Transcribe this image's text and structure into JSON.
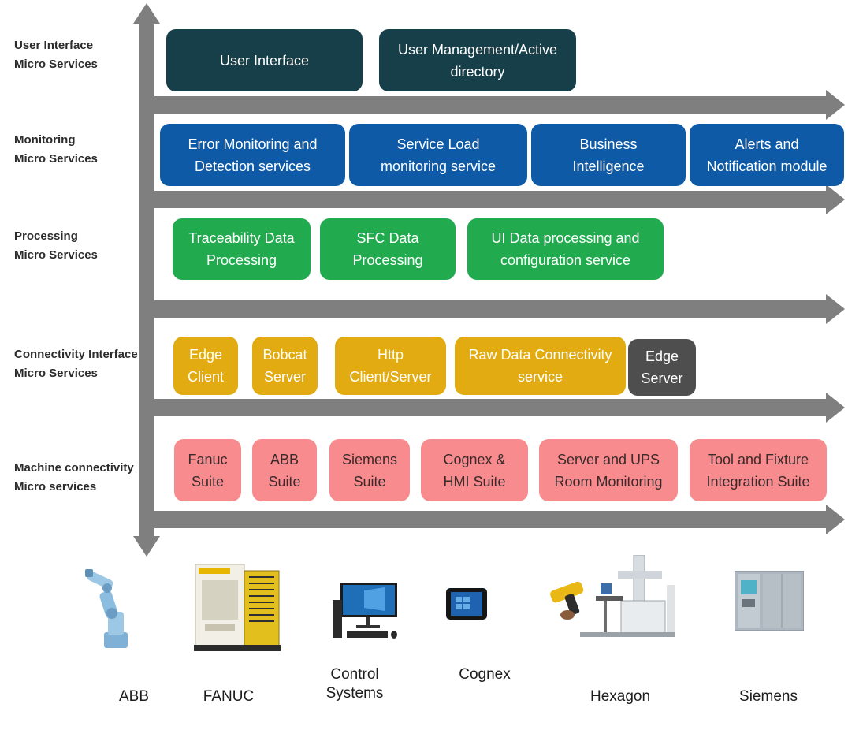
{
  "layers": [
    {
      "label": [
        "User Interface",
        "Micro Services"
      ],
      "color": "#163f4a",
      "boxes": [
        {
          "lines": [
            "User Interface"
          ]
        },
        {
          "lines": [
            "User Management/Active",
            "directory"
          ]
        }
      ]
    },
    {
      "label": [
        "Monitoring",
        "Micro Services"
      ],
      "color": "#0e5aa6",
      "boxes": [
        {
          "lines": [
            "Error Monitoring and",
            "Detection services"
          ]
        },
        {
          "lines": [
            "Service Load",
            "monitoring service"
          ]
        },
        {
          "lines": [
            "Business",
            "Intelligence"
          ]
        },
        {
          "lines": [
            "Alerts and",
            "Notification module"
          ]
        }
      ]
    },
    {
      "label": [
        "Processing",
        "Micro Services"
      ],
      "color": "#22ab4e",
      "boxes": [
        {
          "lines": [
            "Traceability Data",
            "Processing"
          ]
        },
        {
          "lines": [
            "SFC Data",
            "Processing"
          ]
        },
        {
          "lines": [
            "UI Data processing and",
            "configuration service"
          ]
        }
      ]
    },
    {
      "label": [
        "Connectivity Interface",
        "Micro Services"
      ],
      "color": "#e2ab12",
      "boxes": [
        {
          "lines": [
            "Edge",
            "Client"
          ]
        },
        {
          "lines": [
            "Bobcat",
            "Server"
          ]
        },
        {
          "lines": [
            "Http",
            "Client/Server"
          ]
        },
        {
          "lines": [
            "Raw Data Connectivity",
            "service"
          ]
        },
        {
          "lines": [
            "Edge",
            "Server"
          ],
          "color": "#4e4e4e"
        }
      ]
    },
    {
      "label": [
        "Machine connectivity",
        "Micro services"
      ],
      "color": "#f78b8e",
      "boxes": [
        {
          "lines": [
            "Fanuc",
            "Suite"
          ]
        },
        {
          "lines": [
            "ABB",
            "Suite"
          ]
        },
        {
          "lines": [
            "Siemens",
            "Suite"
          ]
        },
        {
          "lines": [
            "Cognex &",
            "HMI Suite"
          ]
        },
        {
          "lines": [
            "Server and UPS",
            "Room Monitoring"
          ]
        },
        {
          "lines": [
            "Tool and Fixture",
            "Integration Suite"
          ]
        }
      ]
    }
  ],
  "vendors": [
    {
      "lines": [
        "ABB"
      ],
      "icon": "robot-arm-icon"
    },
    {
      "lines": [
        "FANUC"
      ],
      "icon": "cnc-machine-icon"
    },
    {
      "lines": [
        "Control",
        "Systems"
      ],
      "icon": "desktop-computer-icon"
    },
    {
      "lines": [
        "Cognex"
      ],
      "icon": "tablet-icon"
    },
    {
      "lines": [
        "Hexagon"
      ],
      "icon": "cmm-scanner-icon"
    },
    {
      "lines": [
        "Siemens"
      ],
      "icon": "plc-module-icon"
    }
  ],
  "colors": {
    "axis": "#7f7f7f",
    "layer_dark": "#163f4a",
    "layer_blue": "#0e5aa6",
    "layer_green": "#22ab4e",
    "layer_yellow": "#e2ab12",
    "layer_gray": "#4e4e4e",
    "layer_pink": "#f78b8e"
  }
}
